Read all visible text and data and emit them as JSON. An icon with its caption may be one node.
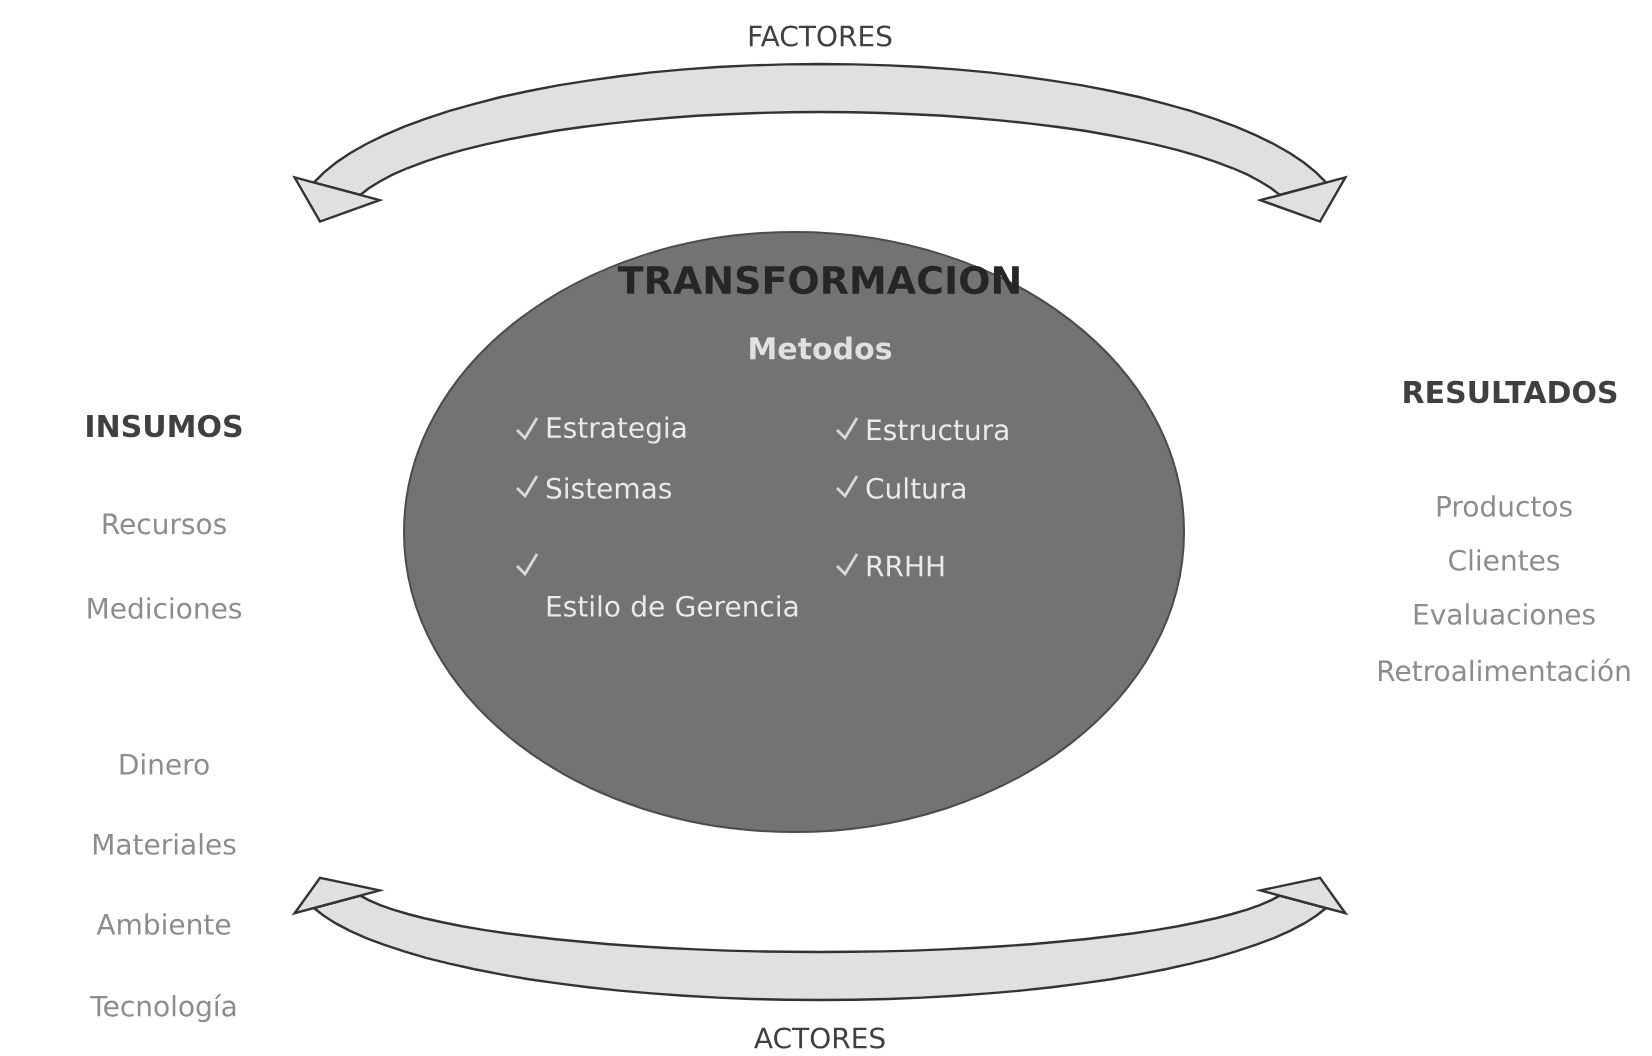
{
  "diagram": {
    "nodes": [
      {
        "text": [
          "TRANSFORMACION",
          "Metodos",
          "Estrategia",
          "Estructura",
          "Sistemas",
          "Cultura",
          "Estilo de Gerencia",
          "RRHH"
        ]
      }
    ],
    "edges": [],
    "labels": [
      "FACTORES",
      "INSUMOS",
      "Recursos",
      "Mediciones",
      "Dinero",
      "Materiales",
      "Ambiente",
      "Tecnología",
      "RESULTADOS",
      "Productos",
      "Clientes",
      "Evaluaciones",
      "Retroalimentación",
      "ACTORES"
    ]
  }
}
